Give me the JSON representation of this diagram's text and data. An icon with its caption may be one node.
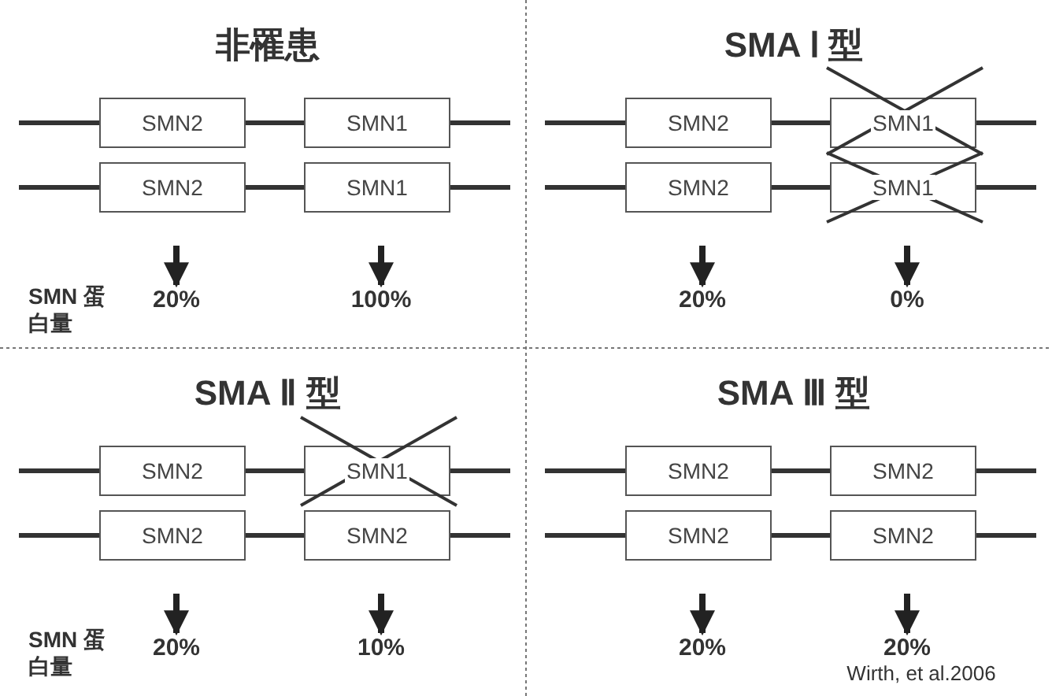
{
  "diagram": {
    "nodes": [
      {
        "text": [
          "SMN2"
        ]
      },
      {
        "text": [
          "SMN1"
        ]
      },
      {
        "text": [
          "SMN2"
        ]
      },
      {
        "text": [
          "SMN1"
        ]
      },
      {
        "text": [
          "20%"
        ]
      },
      {
        "text": [
          "100%"
        ]
      },
      {
        "text": [
          "SMN2"
        ]
      },
      {
        "text": [
          "SMN1"
        ]
      },
      {
        "text": [
          "SMN2"
        ]
      },
      {
        "text": [
          "SMN1"
        ]
      },
      {
        "text": [
          "20%"
        ]
      },
      {
        "text": [
          "0%"
        ]
      },
      {
        "text": [
          "SMN2"
        ]
      },
      {
        "text": [
          "SMN1"
        ]
      },
      {
        "text": [
          "SMN2"
        ]
      },
      {
        "text": [
          "SMN2"
        ]
      },
      {
        "text": [
          "20%"
        ]
      },
      {
        "text": [
          "10%"
        ]
      },
      {
        "text": [
          "SMN2"
        ]
      },
      {
        "text": [
          "SMN2"
        ]
      },
      {
        "text": [
          "SMN2"
        ]
      },
      {
        "text": [
          "SMN2"
        ]
      },
      {
        "text": [
          "20%"
        ]
      },
      {
        "text": [
          "20%"
        ]
      }
    ],
    "edges": [
      {
        "from": null,
        "to": 4,
        "arrow": "to"
      },
      {
        "from": null,
        "to": 5,
        "arrow": "to"
      },
      {
        "from": null,
        "to": 10,
        "arrow": "to"
      },
      {
        "from": null,
        "to": 11,
        "arrow": "to"
      },
      {
        "from": null,
        "to": 16,
        "arrow": "to"
      },
      {
        "from": null,
        "to": 17,
        "arrow": "to"
      },
      {
        "from": null,
        "to": 22,
        "arrow": "to"
      },
      {
        "from": null,
        "to": 23,
        "arrow": "to"
      }
    ],
    "labels": [
      "非罹患",
      "SMA Ⅰ 型",
      "SMN 蛋白量",
      "SMA Ⅱ 型",
      "SMA Ⅲ 型",
      "SMN 蛋白量",
      "Wirth, et al.2006"
    ]
  }
}
